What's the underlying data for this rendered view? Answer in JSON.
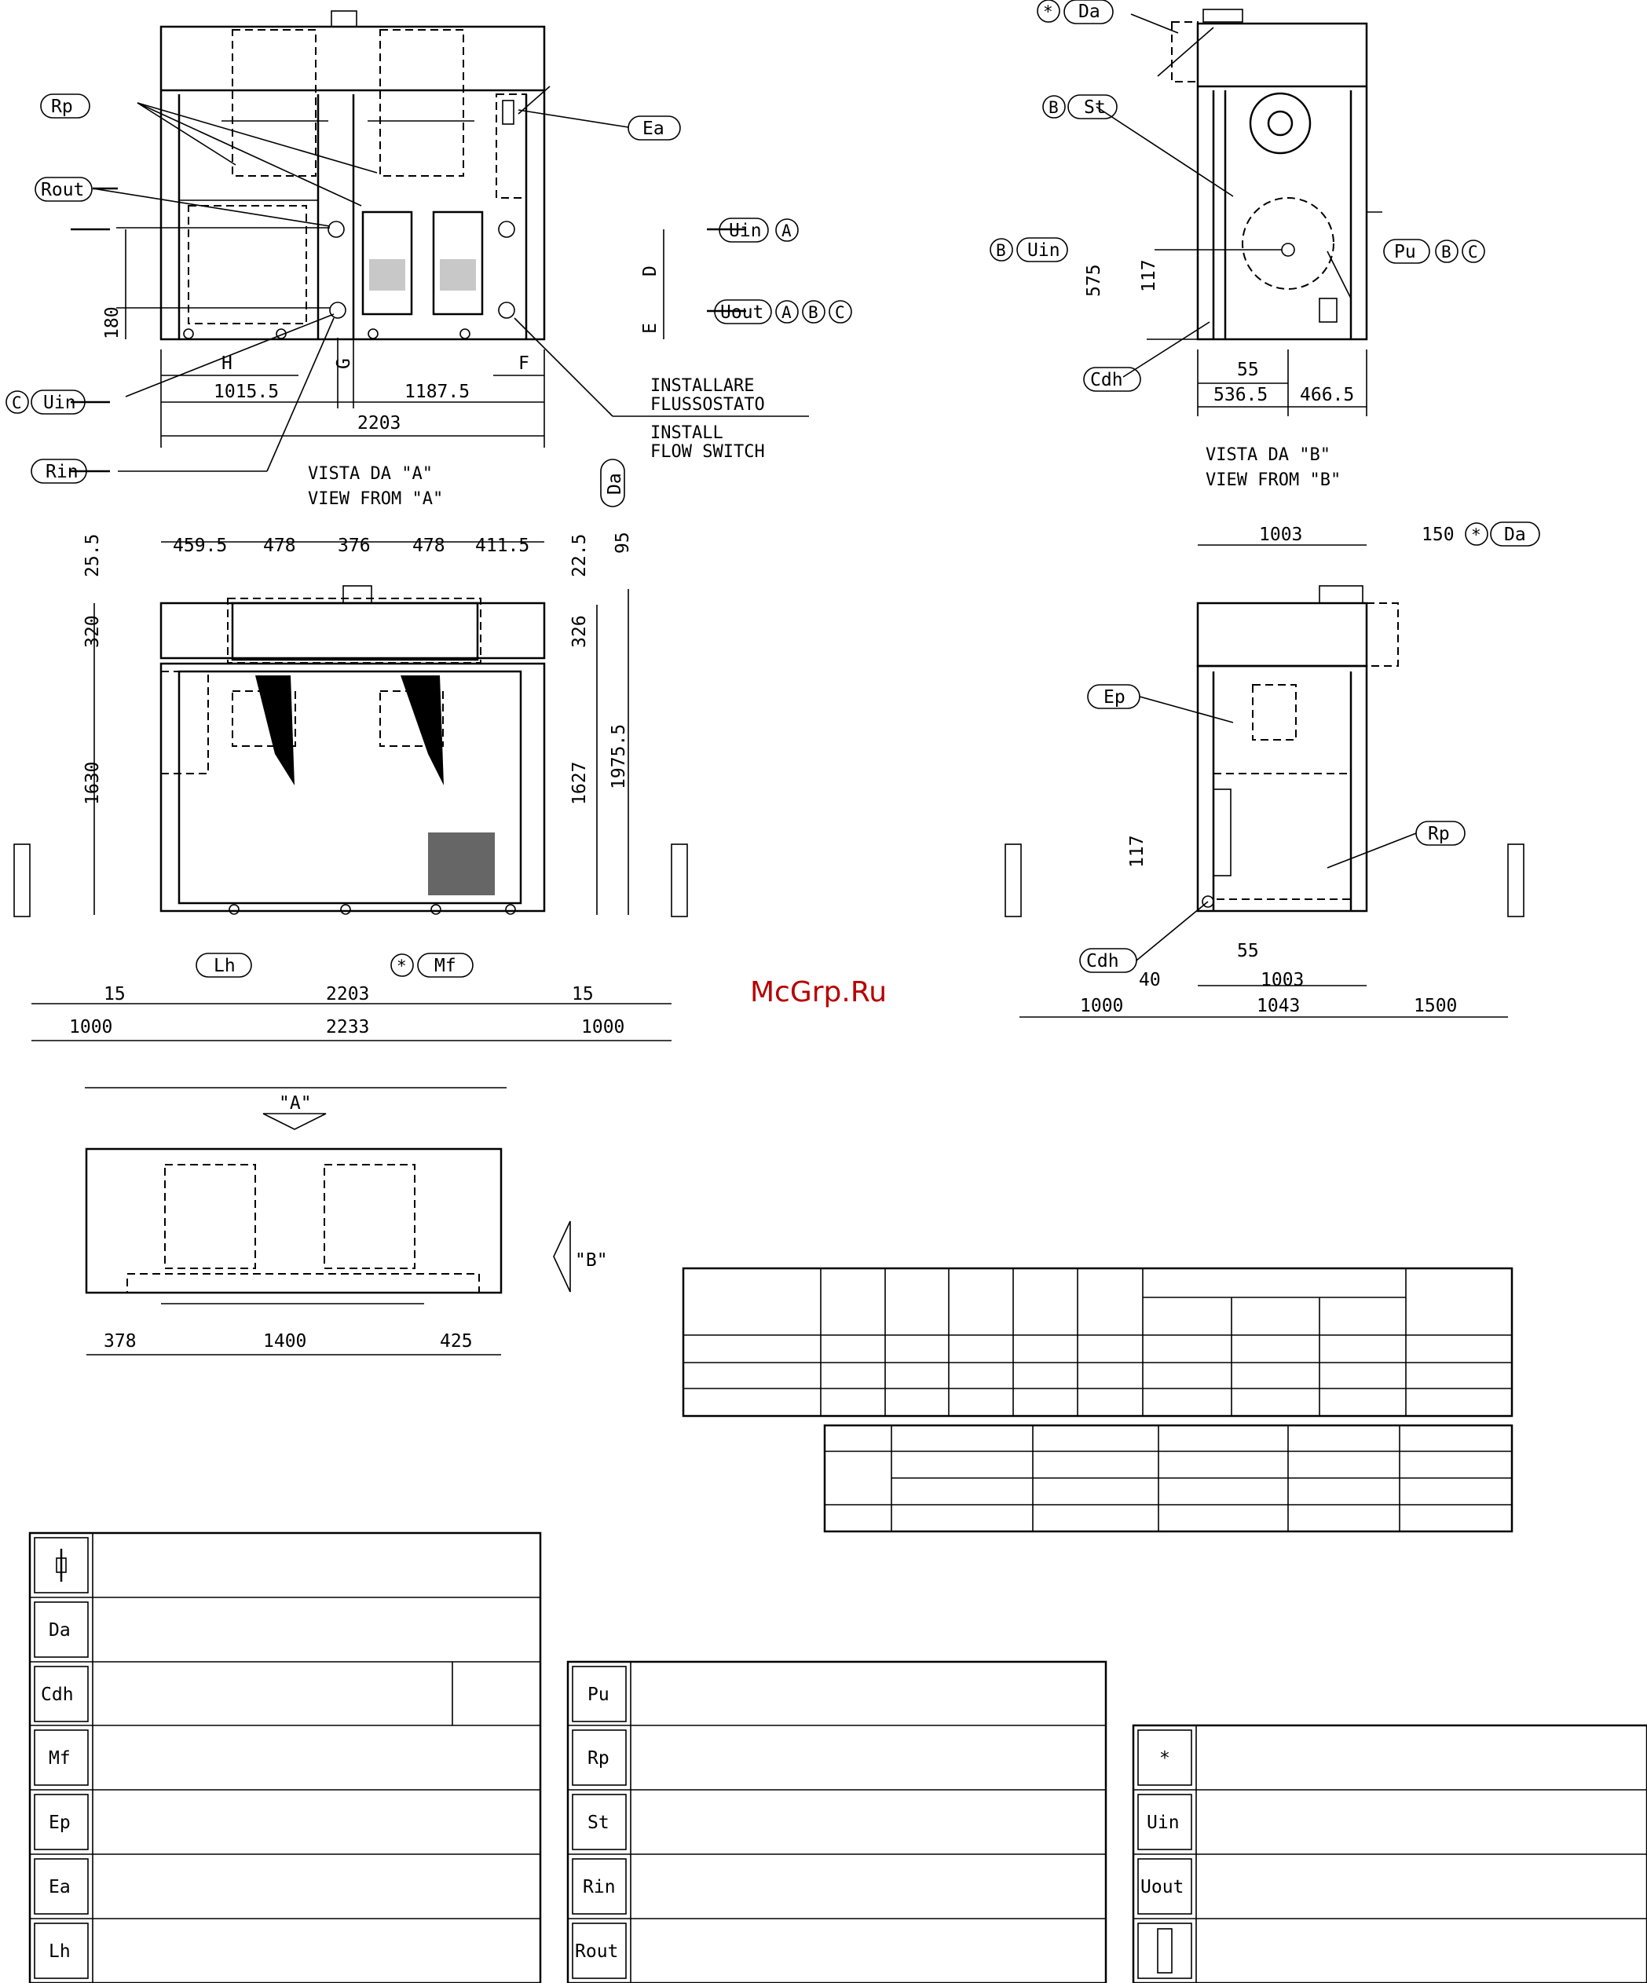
{
  "views": {
    "front": {
      "title_it": "VISTA DA \"A\"",
      "title_en": "VIEW FROM \"A\""
    },
    "side": {
      "title_it": "VISTA DA \"B\"",
      "title_en": "VIEW FROM \"B\""
    },
    "top": {
      "label_a": "\"A\"",
      "label_b": "\"B\""
    }
  },
  "notes": {
    "flow_switch_it_1": "INSTALLARE",
    "flow_switch_it_2": "FLUSSOSTATO",
    "flow_switch_en_1": "INSTALL",
    "flow_switch_en_2": "FLOW SWITCH"
  },
  "tags": {
    "rp": "Rp",
    "rout": "Rout",
    "rin": "Rin",
    "uin": "Uin",
    "uout": "Uout",
    "ea": "Ea",
    "ep": "Ep",
    "st": "St",
    "pu": "Pu",
    "cdh": "Cdh",
    "lh": "Lh",
    "mf": "Mf",
    "da": "Da",
    "star": "*",
    "ref_a": "A",
    "ref_b": "B",
    "ref_c": "C"
  },
  "dims": {
    "h": "H",
    "g": "G",
    "f": "F",
    "d": "D",
    "e": "E",
    "d180": "180",
    "d1015": "1015.5",
    "d1187": "1187.5",
    "d2203": "2203",
    "d575": "575",
    "d117": "117",
    "d55": "55",
    "d536": "536.5",
    "d466": "466.5",
    "d459": "459.5",
    "d478": "478",
    "d376": "376",
    "d411": "411.5",
    "d25": "25.5",
    "d22": "22.5",
    "d95": "95",
    "d320": "320",
    "d326": "326",
    "d1630": "1630",
    "d1627": "1627",
    "d1975": "1975.5",
    "d15": "15",
    "d2233": "2233",
    "d1000": "1000",
    "d1003": "1003",
    "d150": "150",
    "d40": "40",
    "d1043": "1043",
    "d1500": "1500",
    "d378": "378",
    "d1400": "1400",
    "d425": "425"
  },
  "legend": {
    "col1": [
      "",
      "Da",
      "Cdh",
      "Mf",
      "Ep",
      "Ea",
      "Lh"
    ],
    "col2": [
      "Pu",
      "Rp",
      "St",
      "Rin",
      "Rout"
    ],
    "col3": [
      "*",
      "Uin",
      "Uout",
      ""
    ]
  },
  "watermark": "McGrp.Ru"
}
